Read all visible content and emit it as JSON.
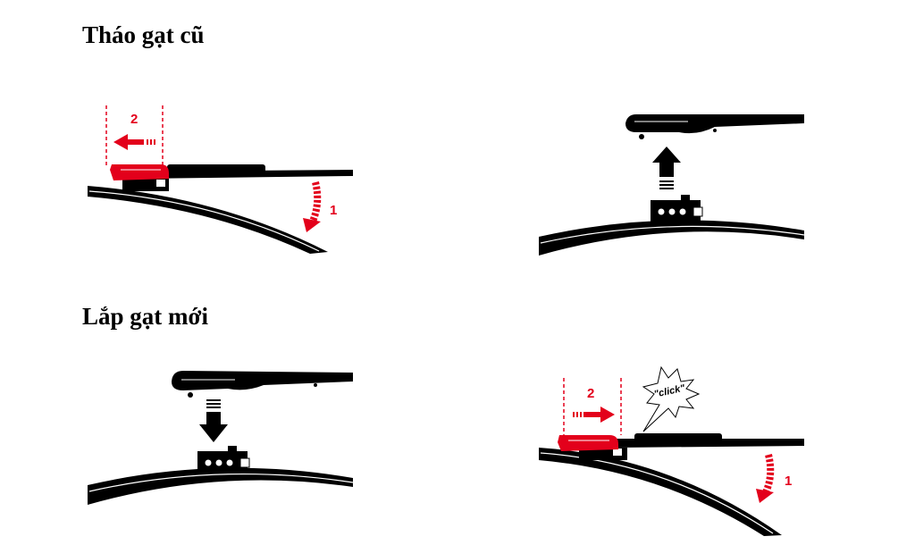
{
  "sections": [
    {
      "title": "Tháo gạt cũ"
    },
    {
      "title": "Lắp gạt mới"
    }
  ],
  "steps": {
    "remove_tilt": "1",
    "remove_slide": "2",
    "install_slide": "2",
    "install_tilt": "1"
  },
  "callout": {
    "click": "\"click\""
  },
  "colors": {
    "accent_red": "#e3001b",
    "ink": "#000000"
  }
}
